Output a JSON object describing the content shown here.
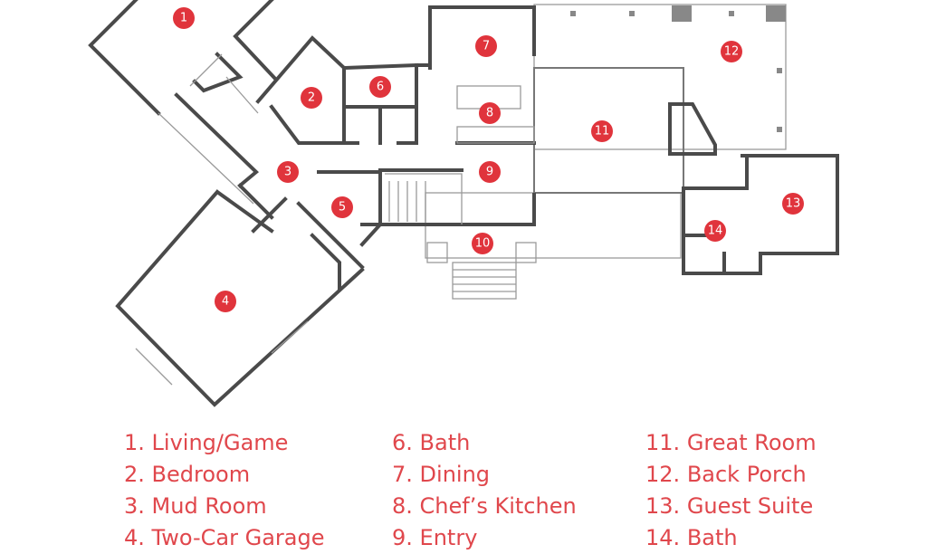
{
  "title": "Floor Plan",
  "accent_color": "#e0343c",
  "markers": [
    "1",
    "2",
    "3",
    "4",
    "5",
    "6",
    "7",
    "8",
    "9",
    "10",
    "11",
    "12",
    "13",
    "14"
  ],
  "legend": [
    {
      "number": "1.",
      "label": "Living/Game"
    },
    {
      "number": "2.",
      "label": "Bedroom"
    },
    {
      "number": "3.",
      "label": "Mud Room"
    },
    {
      "number": "4.",
      "label": "Two-Car Garage"
    },
    {
      "number": "6.",
      "label": "Bath"
    },
    {
      "number": "7.",
      "label": "Dining"
    },
    {
      "number": "8.",
      "label": "Chef’s Kitchen"
    },
    {
      "number": "9.",
      "label": "Entry"
    },
    {
      "number": "11.",
      "label": "Great Room"
    },
    {
      "number": "12.",
      "label": "Back Porch"
    },
    {
      "number": "13.",
      "label": "Guest Suite"
    },
    {
      "number": "14.",
      "label": "Bath"
    }
  ]
}
